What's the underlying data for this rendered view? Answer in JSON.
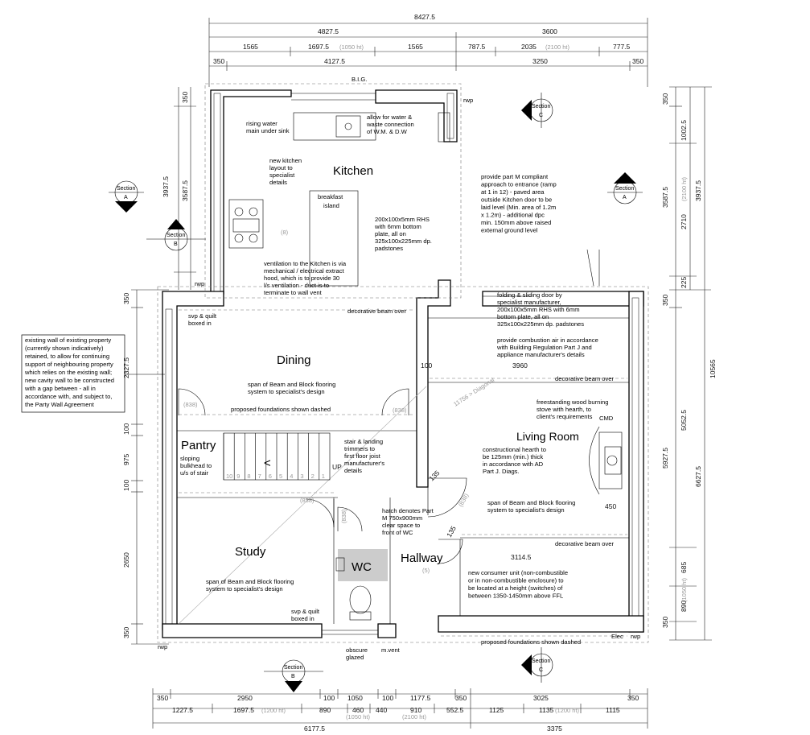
{
  "dims": {
    "top_overall": "8427.5",
    "top_left": "4827.5",
    "top_right": "3600",
    "top_r1": [
      "1565",
      "1697.5",
      "1565",
      "787.5",
      "2035",
      "777.5"
    ],
    "top_r1_sub": [
      "(1050 ht)",
      "(2100 ht)"
    ],
    "top_r2": [
      "350",
      "4127.5",
      "3250",
      "350"
    ],
    "left": [
      "350",
      "3937.5",
      "3587.5",
      "350",
      "2327.5",
      "100",
      "975",
      "100",
      "2650",
      "350"
    ],
    "right_inner": [
      "350",
      "1002.5",
      "3587.5",
      "2710",
      "225",
      "350",
      "5052.5",
      "5927.5",
      "685",
      "890",
      "350"
    ],
    "right_inner_sub": [
      "(2100 ht)",
      "(1050 ht)"
    ],
    "right_outer": [
      "3937.5",
      "10565",
      "6627.5"
    ],
    "bottom_r1": [
      "350",
      "2950",
      "100",
      "1050",
      "100",
      "1177.5",
      "350",
      "3025",
      "350"
    ],
    "bottom_r2": [
      "1227.5",
      "1697.5",
      "890",
      "460",
      "440",
      "910",
      "552.5",
      "1125",
      "1135",
      "1115"
    ],
    "bottom_r2_sub": [
      "(1200 ht)",
      "(1050 ht)",
      "(2100 ht)",
      "(1200 ht)"
    ],
    "bottom_overall": [
      "6177.5",
      "3375"
    ],
    "inner": [
      "100",
      "3960",
      "11756 > Diagonal",
      "135",
      "3114.5",
      "450",
      "135"
    ]
  },
  "rooms": {
    "kitchen": "Kitchen",
    "dining": "Dining",
    "pantry": "Pantry",
    "study": "Study",
    "wc": "WC",
    "hallway": "Hallway",
    "living": "Living Room",
    "island": [
      "breakfast",
      "island"
    ]
  },
  "sections": {
    "label": "Section",
    "a": "A",
    "b": "B",
    "c": "C"
  },
  "tags": {
    "big": "B.I.G.",
    "rwp": "rwp",
    "up": "UP",
    "cmd": "CMD",
    "elec": "Elec",
    "door": "(838)",
    "room_no": [
      "(8)",
      "(5)"
    ],
    "stair_treads": [
      "10",
      "9",
      "8",
      "7",
      "6",
      "5",
      "4",
      "3",
      "2",
      "1"
    ]
  },
  "notes": {
    "rising_water": [
      "rising water",
      "main under sink"
    ],
    "wm_dw": [
      "allow for water &",
      "waste connection",
      "of W.M. & D.W"
    ],
    "kitchen_layout": [
      "new kitchen",
      "layout to",
      "specialist",
      "details"
    ],
    "rhs_kitchen": [
      "200x100x5mm RHS",
      "with 6mm bottom",
      "plate, all on",
      "325x100x225mm dp.",
      "padstones"
    ],
    "ventilation": [
      "ventilation to the Kitchen is via",
      "mechanical / electrical extract",
      "hood, which is to provide 30",
      "l/s ventilation - duct is to",
      "terminate to wall vent"
    ],
    "part_m": [
      "provide part M compliant",
      "approach to entrance (ramp",
      "at 1 in 12) - paved area",
      "outside Kitchen door to be",
      "laid level (Min. area of 1.2m",
      "x 1.2m) - additional dpc",
      "min. 150mm above raised",
      "external ground level"
    ],
    "existing_wall": [
      "existing wall of existing property",
      "(currently shown indicatively)",
      "retained, to allow for continuing",
      "support of neighbouring property",
      "which relies on the existing wall;",
      "new cavity wall to be constructed",
      "with a gap between - all in",
      "accordance with, and subject to,",
      "the Party Wall Agreement"
    ],
    "svp_top": [
      "svp & quilt",
      "boxed in"
    ],
    "beam_dining": "decorative beam over",
    "folding": [
      "folding & sliding door by",
      "specialist manufacturer,",
      "200x100x5mm RHS with 6mm",
      "bottom plate, all on",
      "325x100x225mm dp. padstones"
    ],
    "combustion": [
      "provide combustion air in accordance",
      "with Building Regulation Part J and",
      "appliance manufacturer's details"
    ],
    "beam_living1": "decorative beam over",
    "span_dining": [
      "span of Beam and Block flooring",
      "system to specialist's design"
    ],
    "foundations_mid": "proposed foundations shown dashed",
    "stove": [
      "freestanding wood burning",
      "stove with hearth, to",
      "client's requirements"
    ],
    "stair_trimmers": [
      "stair & landing",
      "trimmers to",
      "first floor joist",
      "manufacturer's",
      "details"
    ],
    "bulkhead": [
      "sloping",
      "bulkhead to",
      "u/s of stair"
    ],
    "hearth": [
      "constructional hearth to",
      "be 125mm (min.) thick",
      "in accordance with AD",
      "Part J. Diags."
    ],
    "span_living": [
      "span of Beam and Block flooring",
      "system to specialist's design"
    ],
    "hatch": [
      "hatch denotes Part",
      "M 750x900mm",
      "clear space to",
      "front of WC"
    ],
    "beam_living2": "decorative beam over",
    "consumer": [
      "new consumer unit (non-combustible",
      "or in non-combustible enclosure) to",
      "be located at a height (switches) of",
      "between 1350-1450mm above FFL"
    ],
    "span_study": [
      "span of Beam and Block flooring",
      "system to specialist's design"
    ],
    "svp_bottom": [
      "svp & quilt",
      "boxed in"
    ],
    "obscure": [
      "obscure",
      "glazed"
    ],
    "mvent": "m.vent",
    "foundations_bottom": "proposed foundations shown dashed"
  }
}
